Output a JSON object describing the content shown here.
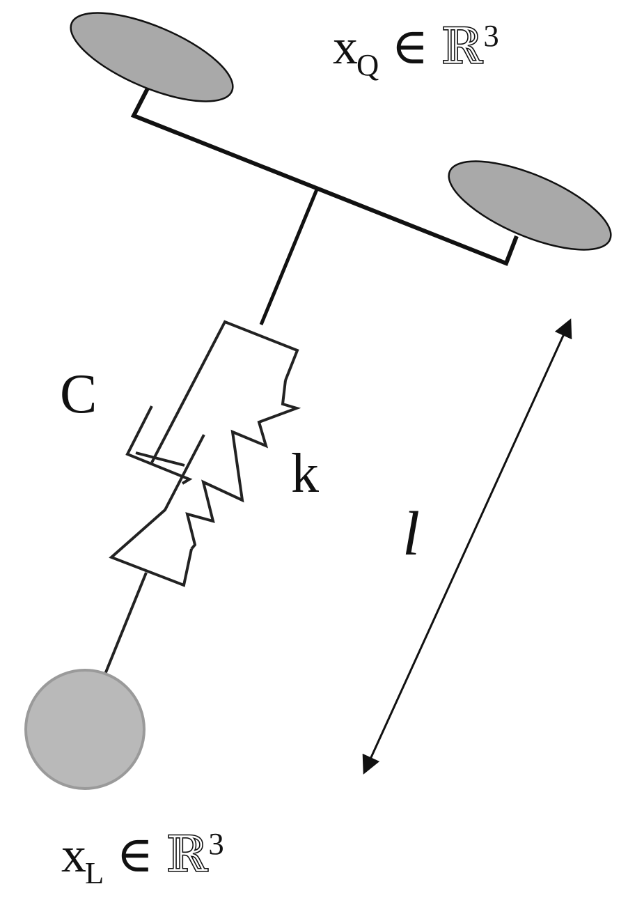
{
  "labels": {
    "quad_position": {
      "symbol": "x",
      "subscript": "Q",
      "relation": "∈",
      "set": "ℝ",
      "exponent": "3"
    },
    "load_position": {
      "symbol": "x",
      "subscript": "L",
      "relation": "∈",
      "set": "ℝ",
      "exponent": "3"
    },
    "damping": "C",
    "stiffness": "k",
    "length": "l"
  },
  "colors": {
    "rotor_fill": "#a9a9a9",
    "load_fill": "#b9b9b9",
    "line": "#111111",
    "background": "#ffffff"
  }
}
